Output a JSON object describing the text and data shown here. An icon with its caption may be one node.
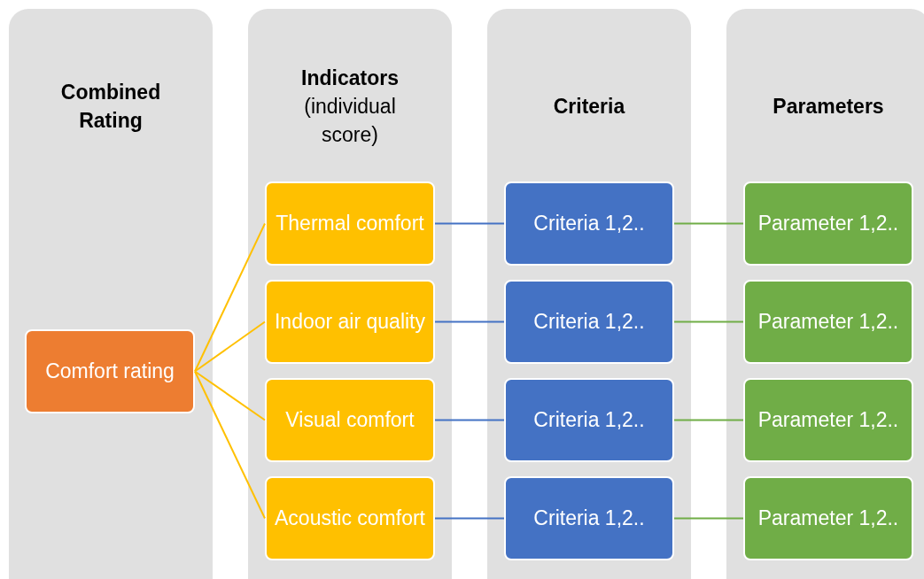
{
  "diagram": {
    "nodes": [
      {
        "text": [
          "Combined Rating"
        ]
      },
      {
        "text": [
          "Indicators",
          "(individual score)"
        ]
      },
      {
        "text": [
          "Criteria"
        ]
      },
      {
        "text": [
          "Parameters"
        ]
      },
      {
        "text": [
          "Comfort rating"
        ],
        "in": 0
      },
      {
        "text": [
          "Thermal comfort"
        ],
        "in": 1
      },
      {
        "text": [
          "Indoor air quality"
        ],
        "in": 1
      },
      {
        "text": [
          "Visual comfort"
        ],
        "in": 1
      },
      {
        "text": [
          "Acoustic comfort"
        ],
        "in": 1
      },
      {
        "text": [
          "Criteria 1,2.."
        ],
        "in": 2
      },
      {
        "text": [
          "Criteria 1,2.."
        ],
        "in": 2
      },
      {
        "text": [
          "Criteria 1,2.."
        ],
        "in": 2
      },
      {
        "text": [
          "Criteria 1,2.."
        ],
        "in": 2
      },
      {
        "text": [
          "Parameter 1,2.."
        ],
        "in": 3
      },
      {
        "text": [
          "Parameter 1,2.."
        ],
        "in": 3
      },
      {
        "text": [
          "Parameter 1,2.."
        ],
        "in": 3
      },
      {
        "text": [
          "Parameter 1,2.."
        ],
        "in": 3
      }
    ],
    "edges": [
      {
        "from": 4,
        "to": 5,
        "arrow": "none",
        "color": "#ffc000"
      },
      {
        "from": 4,
        "to": 6,
        "arrow": "none",
        "color": "#ffc000"
      },
      {
        "from": 4,
        "to": 7,
        "arrow": "none",
        "color": "#ffc000"
      },
      {
        "from": 4,
        "to": 8,
        "arrow": "none",
        "color": "#ffc000"
      },
      {
        "from": 5,
        "to": 9,
        "arrow": "none",
        "color": "#4472c4"
      },
      {
        "from": 6,
        "to": 10,
        "arrow": "none",
        "color": "#4472c4"
      },
      {
        "from": 7,
        "to": 11,
        "arrow": "none",
        "color": "#4472c4"
      },
      {
        "from": 8,
        "to": 12,
        "arrow": "none",
        "color": "#4472c4"
      },
      {
        "from": 9,
        "to": 13,
        "arrow": "none",
        "color": "#70ad47"
      },
      {
        "from": 10,
        "to": 14,
        "arrow": "none",
        "color": "#70ad47"
      },
      {
        "from": 11,
        "to": 15,
        "arrow": "none",
        "color": "#70ad47"
      },
      {
        "from": 12,
        "to": 16,
        "arrow": "none",
        "color": "#70ad47"
      }
    ]
  }
}
